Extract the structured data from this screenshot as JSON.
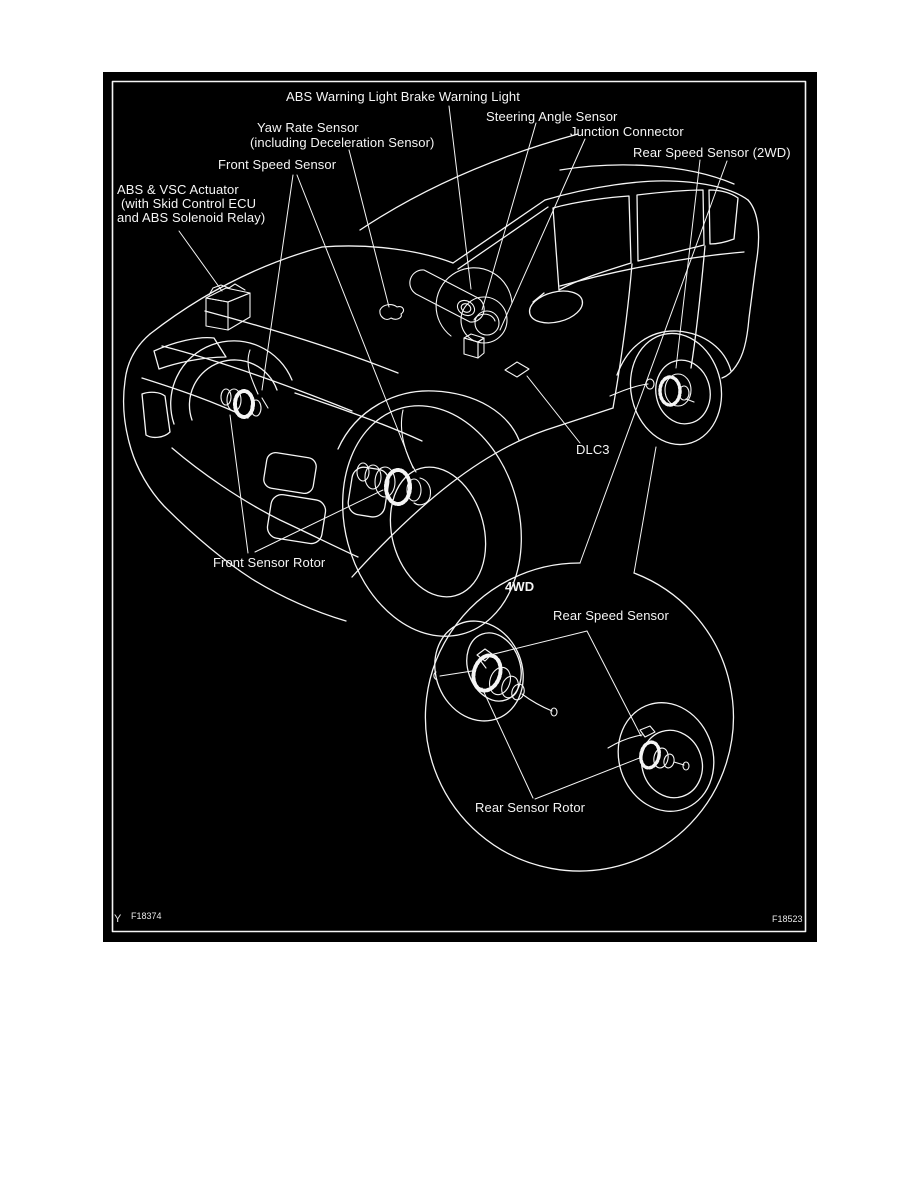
{
  "figure": {
    "type": "component-location-diagram",
    "colors": {
      "page_background": "#ffffff",
      "figure_background": "#000000",
      "line": "#f5f5f5",
      "text": "#f5f5f5"
    },
    "labels": {
      "abs_warning": "ABS Warning Light Brake Warning Light",
      "yaw_rate_line1": "Yaw Rate Sensor",
      "yaw_rate_line2": "(including Deceleration Sensor)",
      "steering_angle": "Steering Angle Sensor",
      "junction_connector": "Junction Connector",
      "rear_speed_2wd": "Rear Speed Sensor (2WD)",
      "front_speed": "Front Speed Sensor",
      "abs_vsc_line1": "ABS & VSC Actuator",
      "abs_vsc_line2": "(with Skid Control ECU",
      "abs_vsc_line3": "and ABS Solenoid Relay)",
      "dlc3": "DLC3",
      "front_sensor_rotor": "Front Sensor Rotor",
      "inset_drivetrain": "4WD",
      "inset_rear_speed_sensor": "Rear Speed Sensor",
      "inset_rear_sensor_rotor": "Rear Sensor Rotor"
    },
    "codes": {
      "bottom_left_mark": "Y",
      "bottom_left": "F18374",
      "bottom_right": "F18523"
    }
  }
}
